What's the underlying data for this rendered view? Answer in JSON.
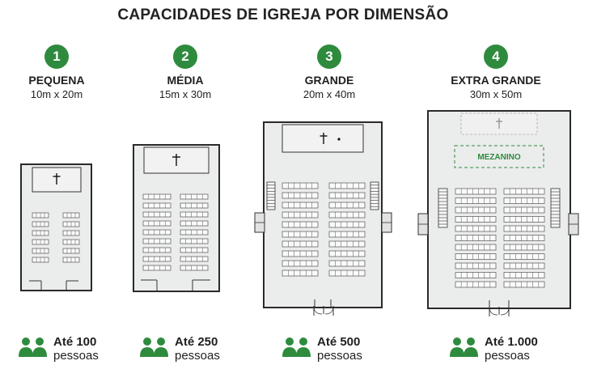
{
  "title": "CAPACIDADES DE IGREJA POR DIMENSÃO",
  "accent_color": "#2e8b3e",
  "icons": {
    "people": "group-of-people-icon",
    "cross": "cross-icon"
  },
  "churches": [
    {
      "number": "1",
      "name": "PEQUENA",
      "dimensions": "10m x 20m",
      "capacity_line1": "Até 100",
      "capacity_line2": "pessoas",
      "capacity": 100
    },
    {
      "number": "2",
      "name": "MÉDIA",
      "dimensions": "15m x 30m",
      "capacity_line1": "Até 250",
      "capacity_line2": "pessoas",
      "capacity": 250
    },
    {
      "number": "3",
      "name": "GRANDE",
      "dimensions": "20m x 40m",
      "capacity_line1": "Até 500",
      "capacity_line2": "pessoas",
      "capacity": 500
    },
    {
      "number": "4",
      "name": "EXTRA GRANDE",
      "dimensions": "30m x 50m",
      "capacity_line1": "Até 1.000",
      "capacity_line2": "pessoas",
      "capacity": 1000,
      "mezzanine_label": "MEZANINO"
    }
  ]
}
